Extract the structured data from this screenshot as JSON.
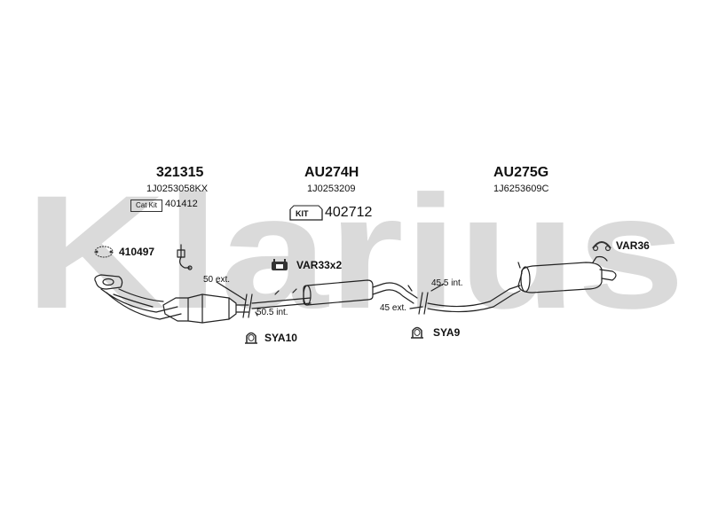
{
  "watermark": {
    "text": "Klarius",
    "color": "#d9d9d9"
  },
  "sections": [
    {
      "part": "321315",
      "oem": "1J0253058KX"
    },
    {
      "part": "AU274H",
      "oem": "1J0253209"
    },
    {
      "part": "AU275G",
      "oem": "1J6253609C"
    }
  ],
  "catkit": {
    "badge": "Cat Kit",
    "number": "401412"
  },
  "kit": {
    "badge": "KIT",
    "number": "402712"
  },
  "gasket": {
    "number": "410497"
  },
  "mounts": {
    "var33": "VAR33x2",
    "var36": "VAR36",
    "sya10": "SYA10",
    "sya9": "SYA9"
  },
  "dimensions": {
    "d50ext": "50 ext.",
    "d505int": "50.5 int.",
    "d455int": "45.5 int.",
    "d45ext": "45 ext."
  },
  "colors": {
    "line": "#222222",
    "watermark": "#d9d9d9"
  }
}
